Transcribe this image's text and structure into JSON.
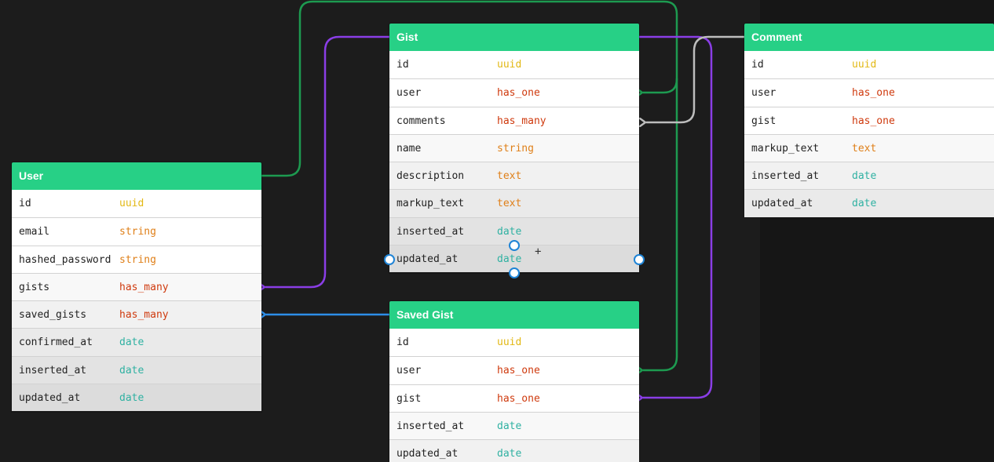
{
  "colors": {
    "header": "#27d086",
    "edge_green": "#1d9a50",
    "edge_purple": "#8a3ee6",
    "edge_gray": "#bdbdbd",
    "edge_blue": "#2d8ee8",
    "handle": "#1f84d6",
    "type_uuid": "#e2b814",
    "type_relation": "#cf3a0e",
    "type_string": "#df7f18",
    "type_date": "#2fb1a2"
  },
  "entities": {
    "user": {
      "title": "User",
      "fields": [
        {
          "name": "id",
          "type": "uuid"
        },
        {
          "name": "email",
          "type": "string"
        },
        {
          "name": "hashed_password",
          "type": "string"
        },
        {
          "name": "gists",
          "type": "has_many"
        },
        {
          "name": "saved_gists",
          "type": "has_many"
        },
        {
          "name": "confirmed_at",
          "type": "date"
        },
        {
          "name": "inserted_at",
          "type": "date"
        },
        {
          "name": "updated_at",
          "type": "date"
        }
      ]
    },
    "gist": {
      "title": "Gist",
      "fields": [
        {
          "name": "id",
          "type": "uuid"
        },
        {
          "name": "user",
          "type": "has_one"
        },
        {
          "name": "comments",
          "type": "has_many"
        },
        {
          "name": "name",
          "type": "string"
        },
        {
          "name": "description",
          "type": "text"
        },
        {
          "name": "markup_text",
          "type": "text"
        },
        {
          "name": "inserted_at",
          "type": "date"
        },
        {
          "name": "updated_at",
          "type": "date"
        }
      ]
    },
    "saved_gist": {
      "title": "Saved Gist",
      "fields": [
        {
          "name": "id",
          "type": "uuid"
        },
        {
          "name": "user",
          "type": "has_one"
        },
        {
          "name": "gist",
          "type": "has_one"
        },
        {
          "name": "inserted_at",
          "type": "date"
        },
        {
          "name": "updated_at",
          "type": "date"
        }
      ]
    },
    "comment": {
      "title": "Comment",
      "fields": [
        {
          "name": "id",
          "type": "uuid"
        },
        {
          "name": "user",
          "type": "has_one"
        },
        {
          "name": "gist",
          "type": "has_one"
        },
        {
          "name": "markup_text",
          "type": "text"
        },
        {
          "name": "inserted_at",
          "type": "date"
        },
        {
          "name": "updated_at",
          "type": "date"
        }
      ]
    }
  },
  "relations": [
    {
      "from": "User",
      "to": "Gist.user",
      "color": "edge_green"
    },
    {
      "from": "User",
      "to": "Saved Gist.user",
      "color": "edge_green"
    },
    {
      "from": "Gist",
      "to": "User.gists",
      "color": "edge_purple"
    },
    {
      "from": "Gist",
      "to": "Saved Gist.gist",
      "color": "edge_purple"
    },
    {
      "from": "Comment",
      "to": "Gist.comments",
      "color": "edge_gray"
    },
    {
      "from": "Saved Gist",
      "to": "User.saved_gists",
      "color": "edge_blue"
    }
  ]
}
